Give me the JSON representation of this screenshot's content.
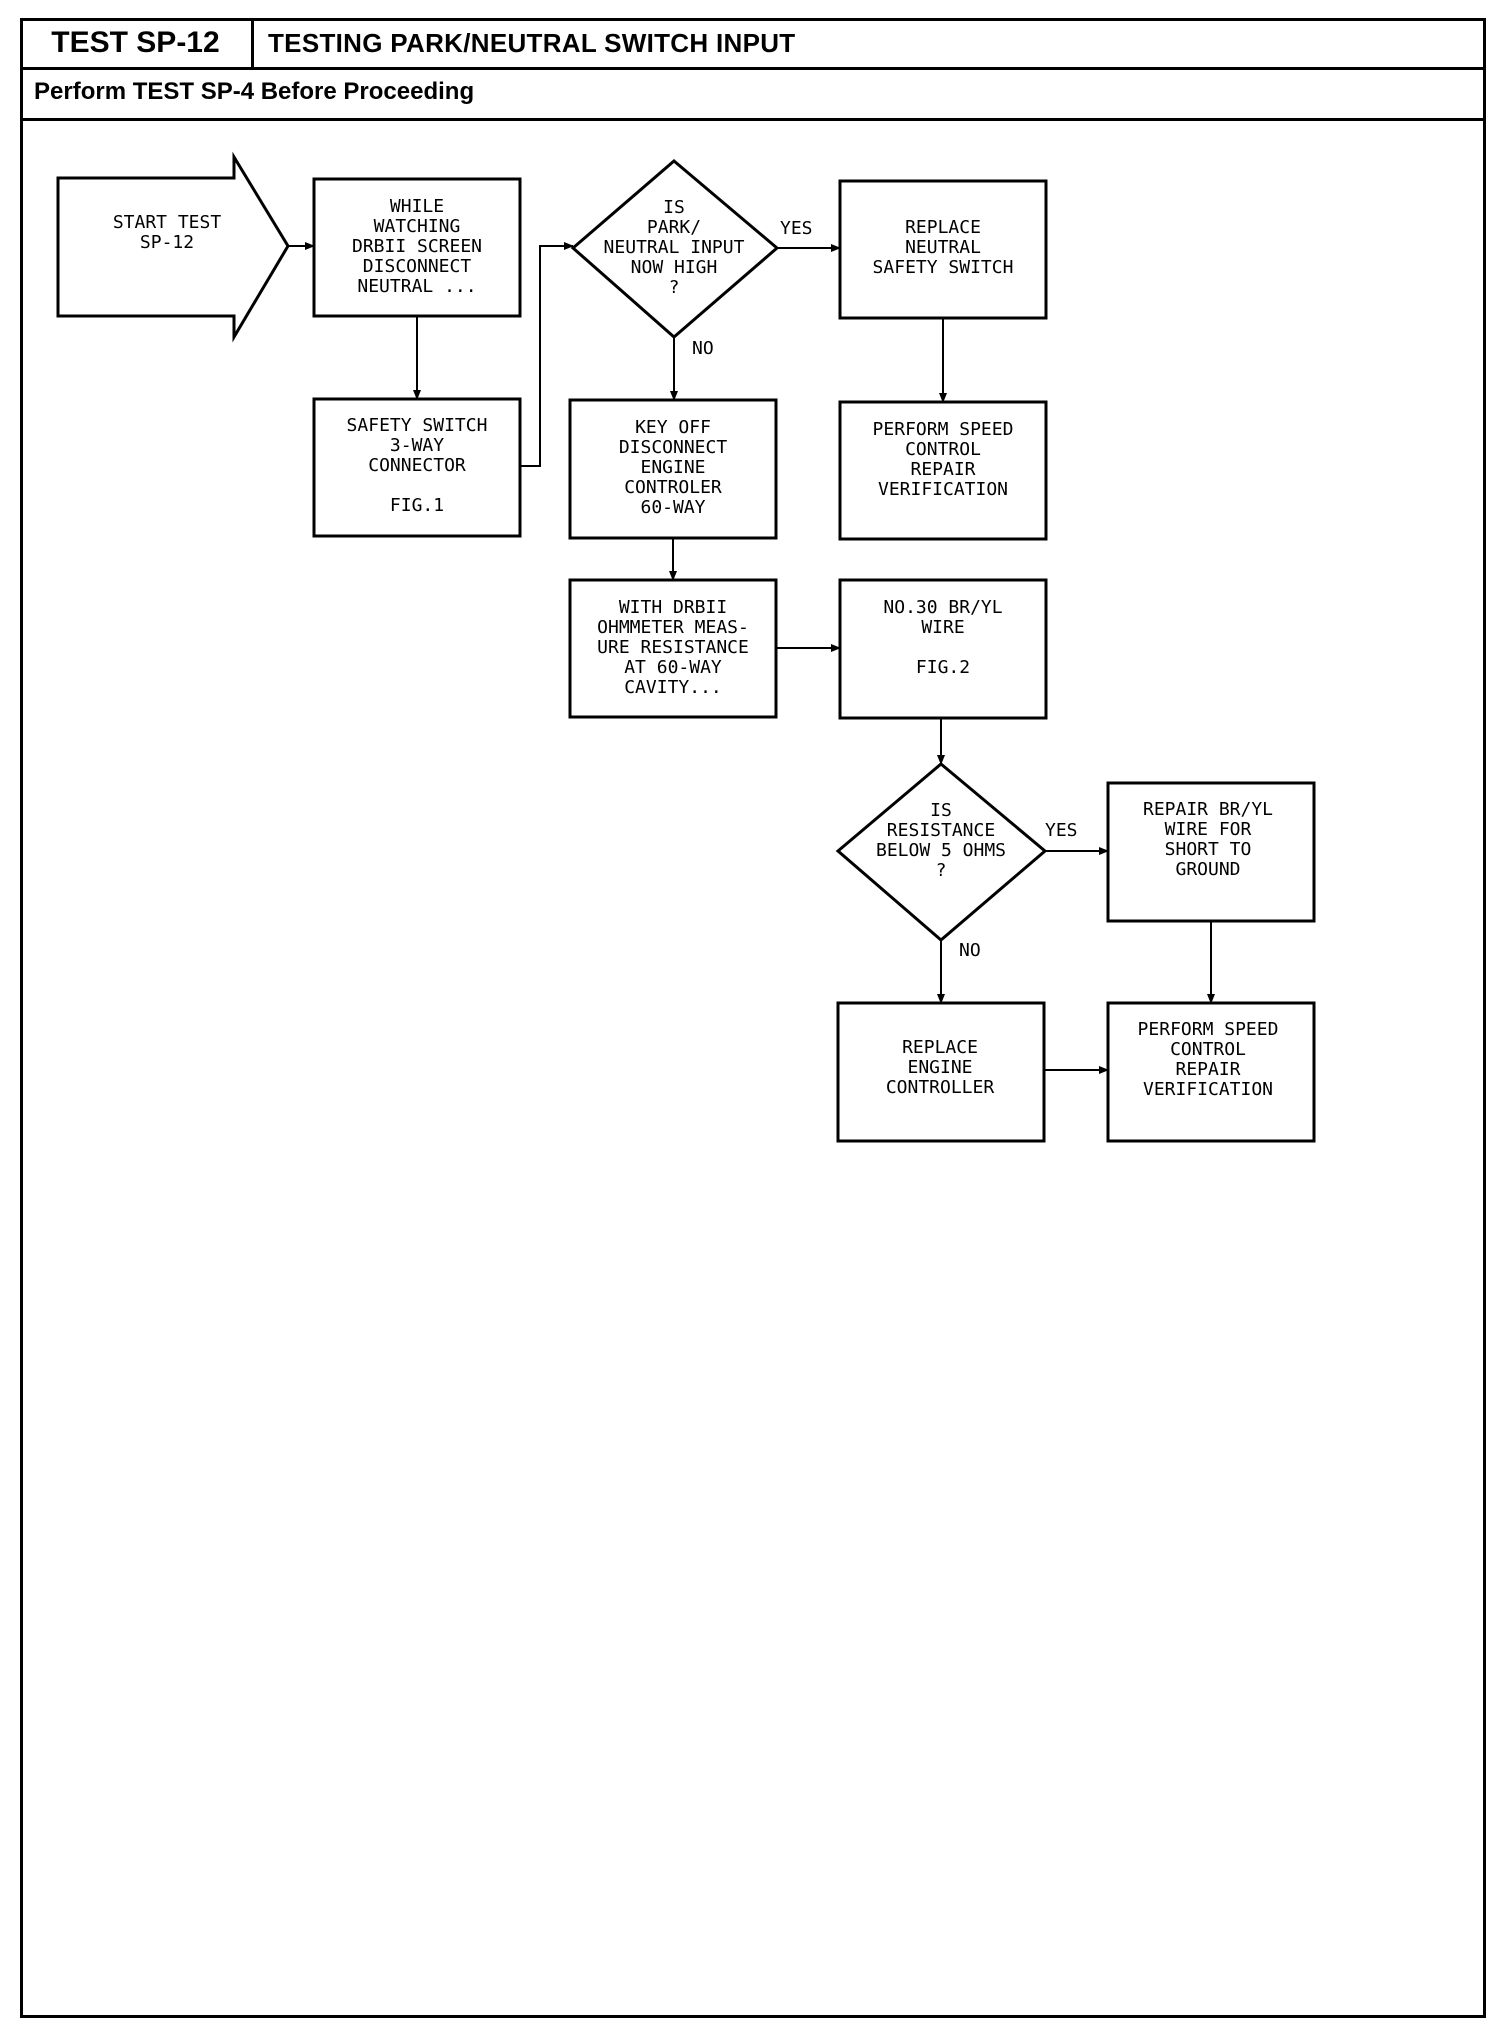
{
  "header": {
    "test_id": "TEST SP-12",
    "title": "TESTING PARK/NEUTRAL SWITCH INPUT",
    "subtitle": "Perform TEST SP-4 Before Proceeding"
  },
  "nodes": {
    "start": [
      "START TEST",
      "SP-12"
    ],
    "watch": [
      "WHILE",
      "WATCHING",
      "DRBII SCREEN",
      "DISCONNECT",
      "NEUTRAL ..."
    ],
    "safety_conn": [
      "SAFETY SWITCH",
      "3-WAY",
      "CONNECTOR",
      "",
      "FIG.1"
    ],
    "decision1": [
      "IS",
      "PARK/",
      "NEUTRAL INPUT",
      "NOW HIGH",
      "?"
    ],
    "replace_switch": [
      "REPLACE",
      "NEUTRAL",
      "SAFETY SWITCH"
    ],
    "key_off": [
      "KEY OFF",
      "DISCONNECT",
      "ENGINE",
      "CONTROLER",
      "60-WAY"
    ],
    "verify1": [
      "PERFORM SPEED",
      "CONTROL",
      "REPAIR",
      "VERIFICATION"
    ],
    "ohmmeter": [
      "WITH DRBII",
      "OHMMETER MEAS-",
      "URE RESISTANCE",
      "AT 60-WAY",
      "CAVITY..."
    ],
    "wire": [
      "NO.30 BR/YL",
      "WIRE",
      "",
      "FIG.2"
    ],
    "decision2": [
      "IS",
      "RESISTANCE",
      "BELOW 5 OHMS",
      "?"
    ],
    "repair_wire": [
      "REPAIR BR/YL",
      "WIRE FOR",
      "SHORT TO",
      "GROUND"
    ],
    "replace_ctrl": [
      "REPLACE",
      "ENGINE",
      "CONTROLLER"
    ],
    "verify2": [
      "PERFORM SPEED",
      "CONTROL",
      "REPAIR",
      "VERIFICATION"
    ]
  },
  "edge_labels": {
    "d1_yes": "YES",
    "d1_no": "NO",
    "d2_yes": "YES",
    "d2_no": "NO"
  }
}
